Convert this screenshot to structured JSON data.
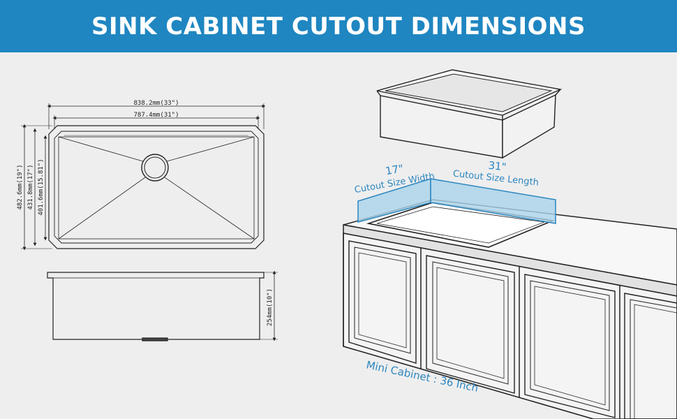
{
  "header": {
    "title": "SINK CABINET CUTOUT DIMENSIONS"
  },
  "top_view": {
    "overall_width": "838.2mm(33\")",
    "inner_width": "787.4mm(31\")",
    "overall_depth": "482.6mm(19\")",
    "mid_depth": "431.8mm(17\")",
    "inner_depth": "401.6mm(15.81\")"
  },
  "side_view": {
    "height": "254mm(10\")"
  },
  "cutout": {
    "width_value": "17\"",
    "width_label": "Cutout Size Width",
    "length_value": "31\"",
    "length_label": "Cutout Size Length"
  },
  "cabinet": {
    "label": "Mini Cabinet : 36  Inch"
  },
  "colors": {
    "header_bg": "#1f86c1",
    "accent_blue": "#2d86bf",
    "cutout_fill": "#a9d3ea"
  }
}
